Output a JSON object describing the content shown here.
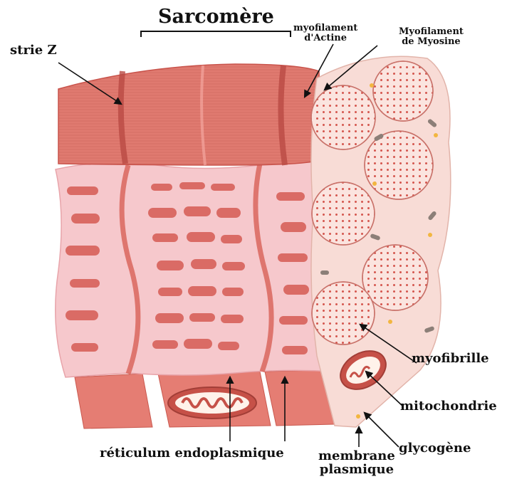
{
  "labels": {
    "sarcomere": "Sarcomère",
    "strie_z": "strie Z",
    "actine_line1": "myofilament",
    "actine_line2": "d'Actine",
    "myosine_line1": "Myofilament",
    "myosine_line2": "de Myosine",
    "myofibrille": "myofibrille",
    "mitochondrie": "mitochondrie",
    "glycogene": "glycogène",
    "reticulum": "réticulum endoplasmique",
    "membrane_line1": "membrane",
    "membrane_line2": "plasmique"
  },
  "colors": {
    "myofibril": "#e07a70",
    "myofibril_dark": "#c8524a",
    "striation": "#b94a44",
    "reticulum": "#f6c8cc",
    "reticulum_edge": "#e8a4aa",
    "cross_section": "#f8dcd6",
    "myosin_dot": "#d4564e",
    "glycogen": "#f2b640",
    "mito_gray": "#8c7f78"
  }
}
